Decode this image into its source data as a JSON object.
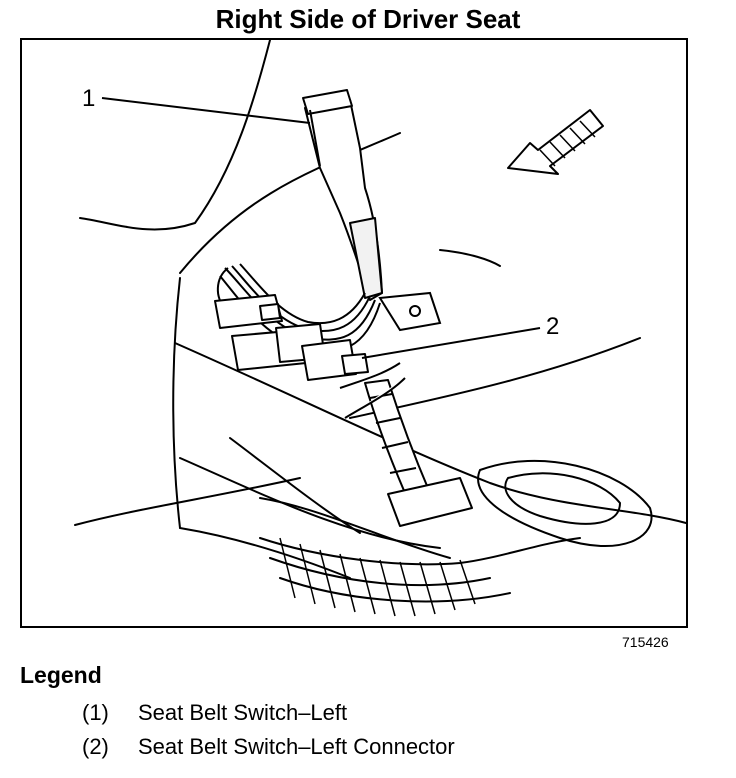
{
  "title": "Right Side of Driver Seat",
  "figure_id": "715426",
  "callouts": [
    "1",
    "2"
  ],
  "legend": {
    "title": "Legend",
    "items": [
      {
        "num": "(1)",
        "label": "Seat Belt Switch–Left"
      },
      {
        "num": "(2)",
        "label": "Seat Belt Switch–Left Connector"
      }
    ]
  }
}
